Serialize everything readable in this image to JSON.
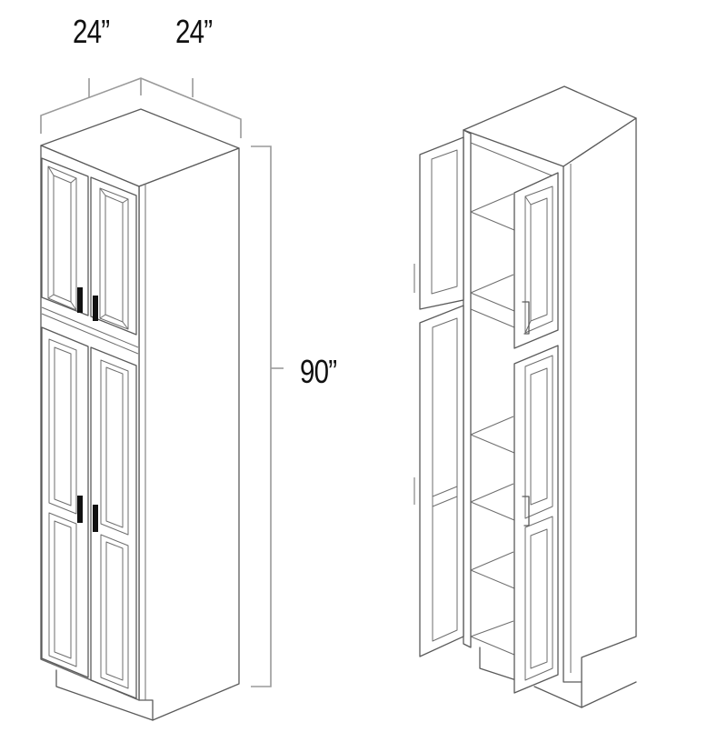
{
  "diagram": {
    "subject": "Tall pantry cabinet, 4 doors",
    "views": [
      {
        "name": "closed-view",
        "description": "Cabinet with doors closed"
      },
      {
        "name": "open-view",
        "description": "Cabinet with doors open showing shelves"
      }
    ],
    "dimensions": {
      "width": "24”",
      "depth": "24”",
      "height": "90”"
    },
    "colors": {
      "line": "#5a5a5a",
      "dimension_line": "#9a9a9a",
      "handle": "#111111",
      "background": "#ffffff"
    },
    "open_view_shelves": 6
  }
}
